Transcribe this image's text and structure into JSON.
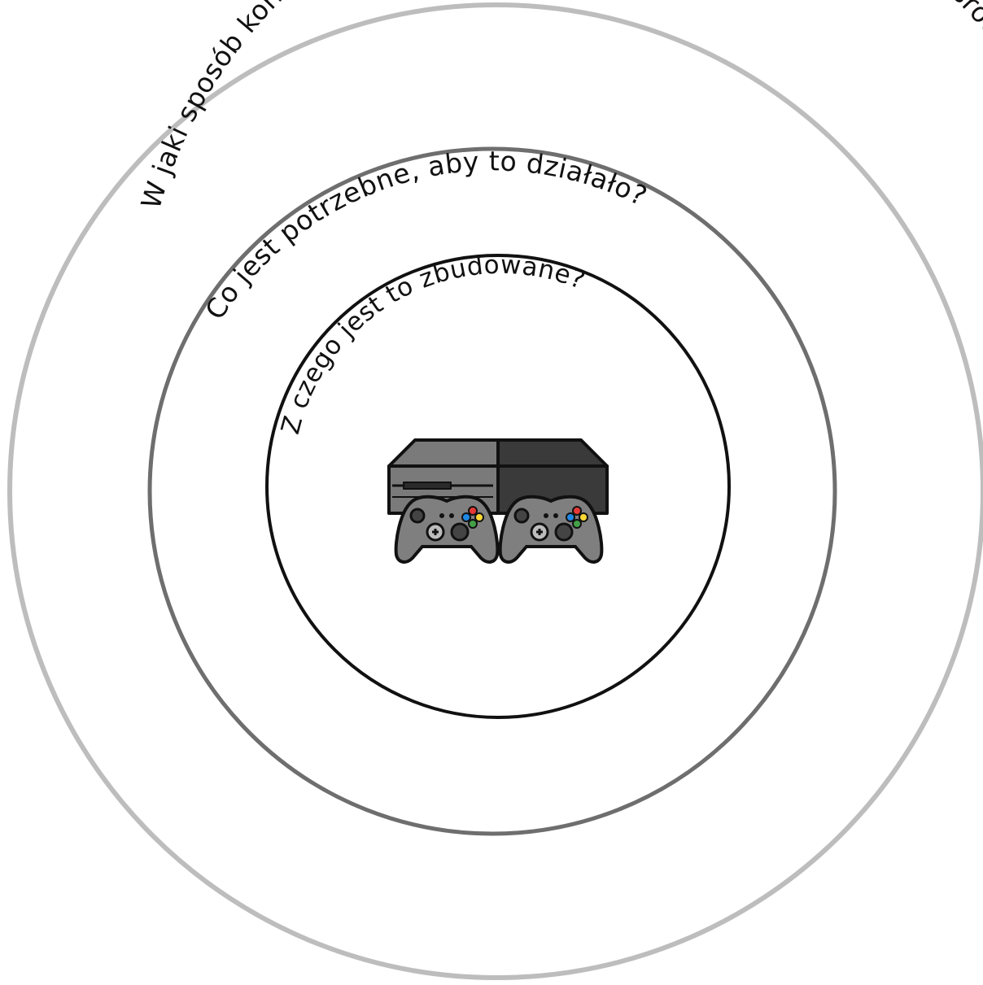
{
  "rings": {
    "outer": {
      "question": "W jaki sposób korzystanie z tej technologii lub tego sprzętu wpływa na środowisko i naszą planetę?",
      "stroke_color": "#bdbdbd"
    },
    "middle": {
      "question": "Co jest potrzebne, aby to działało?",
      "stroke_color": "#6e6e6e"
    },
    "inner": {
      "question": "Z czego jest to zbudowane?",
      "stroke_color": "#111111"
    }
  },
  "center_icon": {
    "name": "game-console-with-two-controllers-icon",
    "colors": {
      "console_light": "#7a7a7a",
      "console_dark": "#3a3a3a",
      "controller": "#7f7f7f",
      "button_red": "#e53935",
      "button_green": "#43a047",
      "button_blue": "#1e88e5",
      "button_yellow": "#fdd835"
    }
  }
}
